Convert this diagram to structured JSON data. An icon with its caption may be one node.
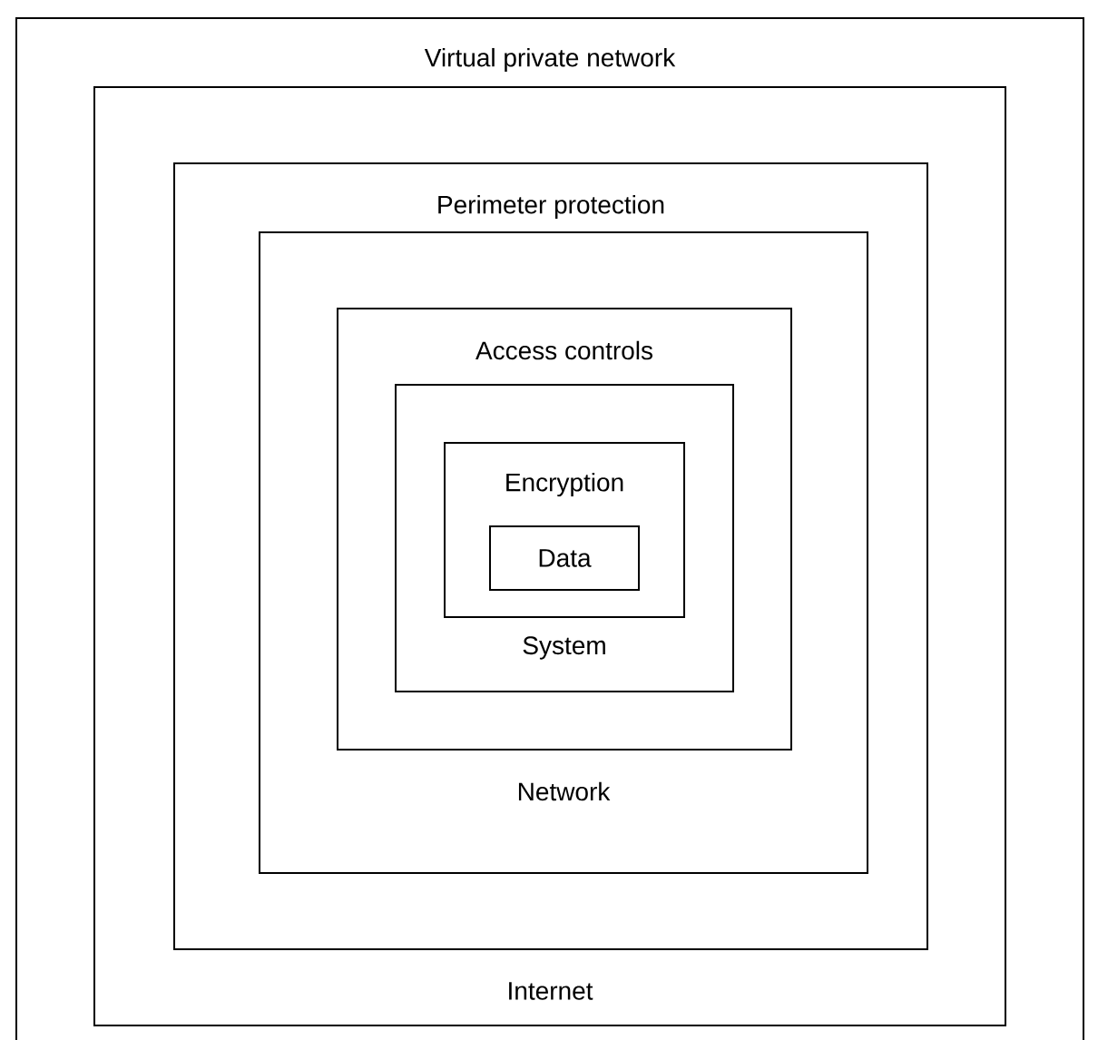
{
  "diagram": {
    "nodes": [
      {
        "text": [
          "Virtual private network"
        ]
      },
      {
        "text": [
          "Internet"
        ],
        "in": 0
      },
      {
        "text": [
          "Perimeter protection"
        ],
        "in": 1
      },
      {
        "text": [
          "Network"
        ],
        "in": 2
      },
      {
        "text": [
          "Access controls"
        ],
        "in": 3
      },
      {
        "text": [
          "System"
        ],
        "in": 4
      },
      {
        "text": [
          "Encryption"
        ],
        "in": 5
      },
      {
        "text": [
          "Data"
        ],
        "in": 6
      }
    ]
  }
}
